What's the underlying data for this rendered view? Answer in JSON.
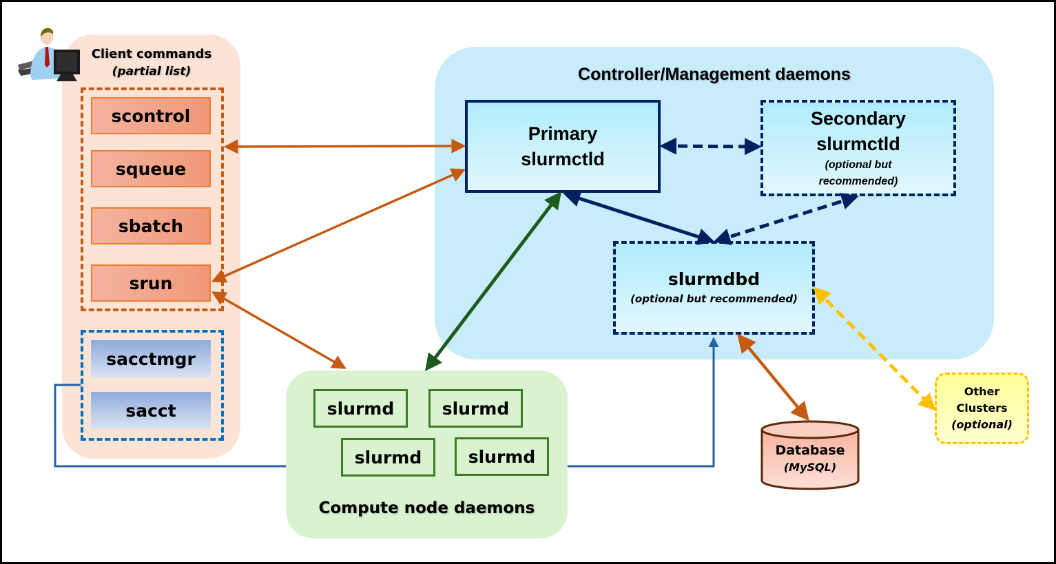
{
  "client": {
    "title": "Client commands",
    "subtitle": "(partial list)",
    "icon": "user-at-computer-icon",
    "primary_commands": [
      "scontrol",
      "squeue",
      "sbatch",
      "srun"
    ],
    "accounting_commands": [
      "sacctmgr",
      "sacct"
    ]
  },
  "controller": {
    "title": "Controller/Management daemons",
    "primary": {
      "line1": "Primary",
      "line2": "slurmctld"
    },
    "secondary": {
      "line1": "Secondary",
      "line2": "slurmctld",
      "note_line1": "(optional but",
      "note_line2": "recommended)"
    },
    "slurmdbd": {
      "name": "slurmdbd",
      "note": "(optional but recommended)"
    }
  },
  "compute": {
    "title": "Compute node daemons",
    "nodes": [
      "slurmd",
      "slurmd",
      "slurmd",
      "slurmd"
    ]
  },
  "database": {
    "name": "Database",
    "note": "(MySQL)"
  },
  "other_clusters": {
    "line1": "Other",
    "line2": "Clusters",
    "note": "(optional)"
  },
  "colors": {
    "client_arrows": "#c55a11",
    "controller_arrows": "#002060",
    "compute_arrow": "#1e5a1e",
    "accounting_line": "#2462a0",
    "other_clusters_arrow": "#ffc000"
  },
  "connections": [
    {
      "from": "client-commands",
      "to": "primary-slurmctld",
      "style": "solid",
      "bidirectional": true
    },
    {
      "from": "srun",
      "to": "primary-slurmctld",
      "style": "solid",
      "bidirectional": true
    },
    {
      "from": "srun",
      "to": "compute-node-daemons",
      "style": "solid",
      "bidirectional": true
    },
    {
      "from": "primary-slurmctld",
      "to": "secondary-slurmctld",
      "style": "dashed",
      "bidirectional": true
    },
    {
      "from": "primary-slurmctld",
      "to": "slurmdbd",
      "style": "solid",
      "bidirectional": true
    },
    {
      "from": "secondary-slurmctld",
      "to": "slurmdbd",
      "style": "dashed",
      "bidirectional": true
    },
    {
      "from": "primary-slurmctld",
      "to": "compute-node-daemons",
      "style": "solid",
      "bidirectional": true
    },
    {
      "from": "slurmdbd",
      "to": "database",
      "style": "solid",
      "bidirectional": true
    },
    {
      "from": "slurmdbd",
      "to": "other-clusters",
      "style": "dashed",
      "bidirectional": true
    },
    {
      "from": "accounting-commands",
      "to": "slurmdbd",
      "style": "solid",
      "bidirectional": false
    }
  ]
}
